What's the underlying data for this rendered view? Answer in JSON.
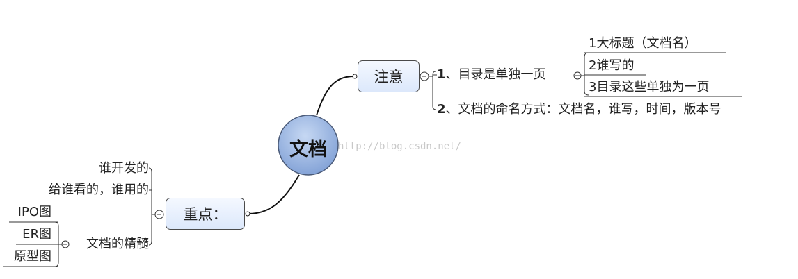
{
  "root": {
    "label": "文档"
  },
  "watermark": "http://blog.csdn.net/",
  "branches": {
    "note": {
      "label": "注意",
      "items": [
        {
          "number": "1",
          "label": "、目录是单独一页",
          "children": [
            "1大标题（文档名）",
            "2谁写的",
            "3目录这些单独为一页"
          ]
        },
        {
          "number": "2",
          "label": "、文档的命名方式：文档名，谁写，时间，版本号"
        }
      ]
    },
    "focus": {
      "label": "重点：",
      "items": [
        {
          "label": "谁开发的"
        },
        {
          "label": "给谁看的，谁用的"
        },
        {
          "label": "文档的精髓",
          "children": [
            "IPO图",
            "ER图",
            "原型图"
          ]
        }
      ]
    }
  }
}
